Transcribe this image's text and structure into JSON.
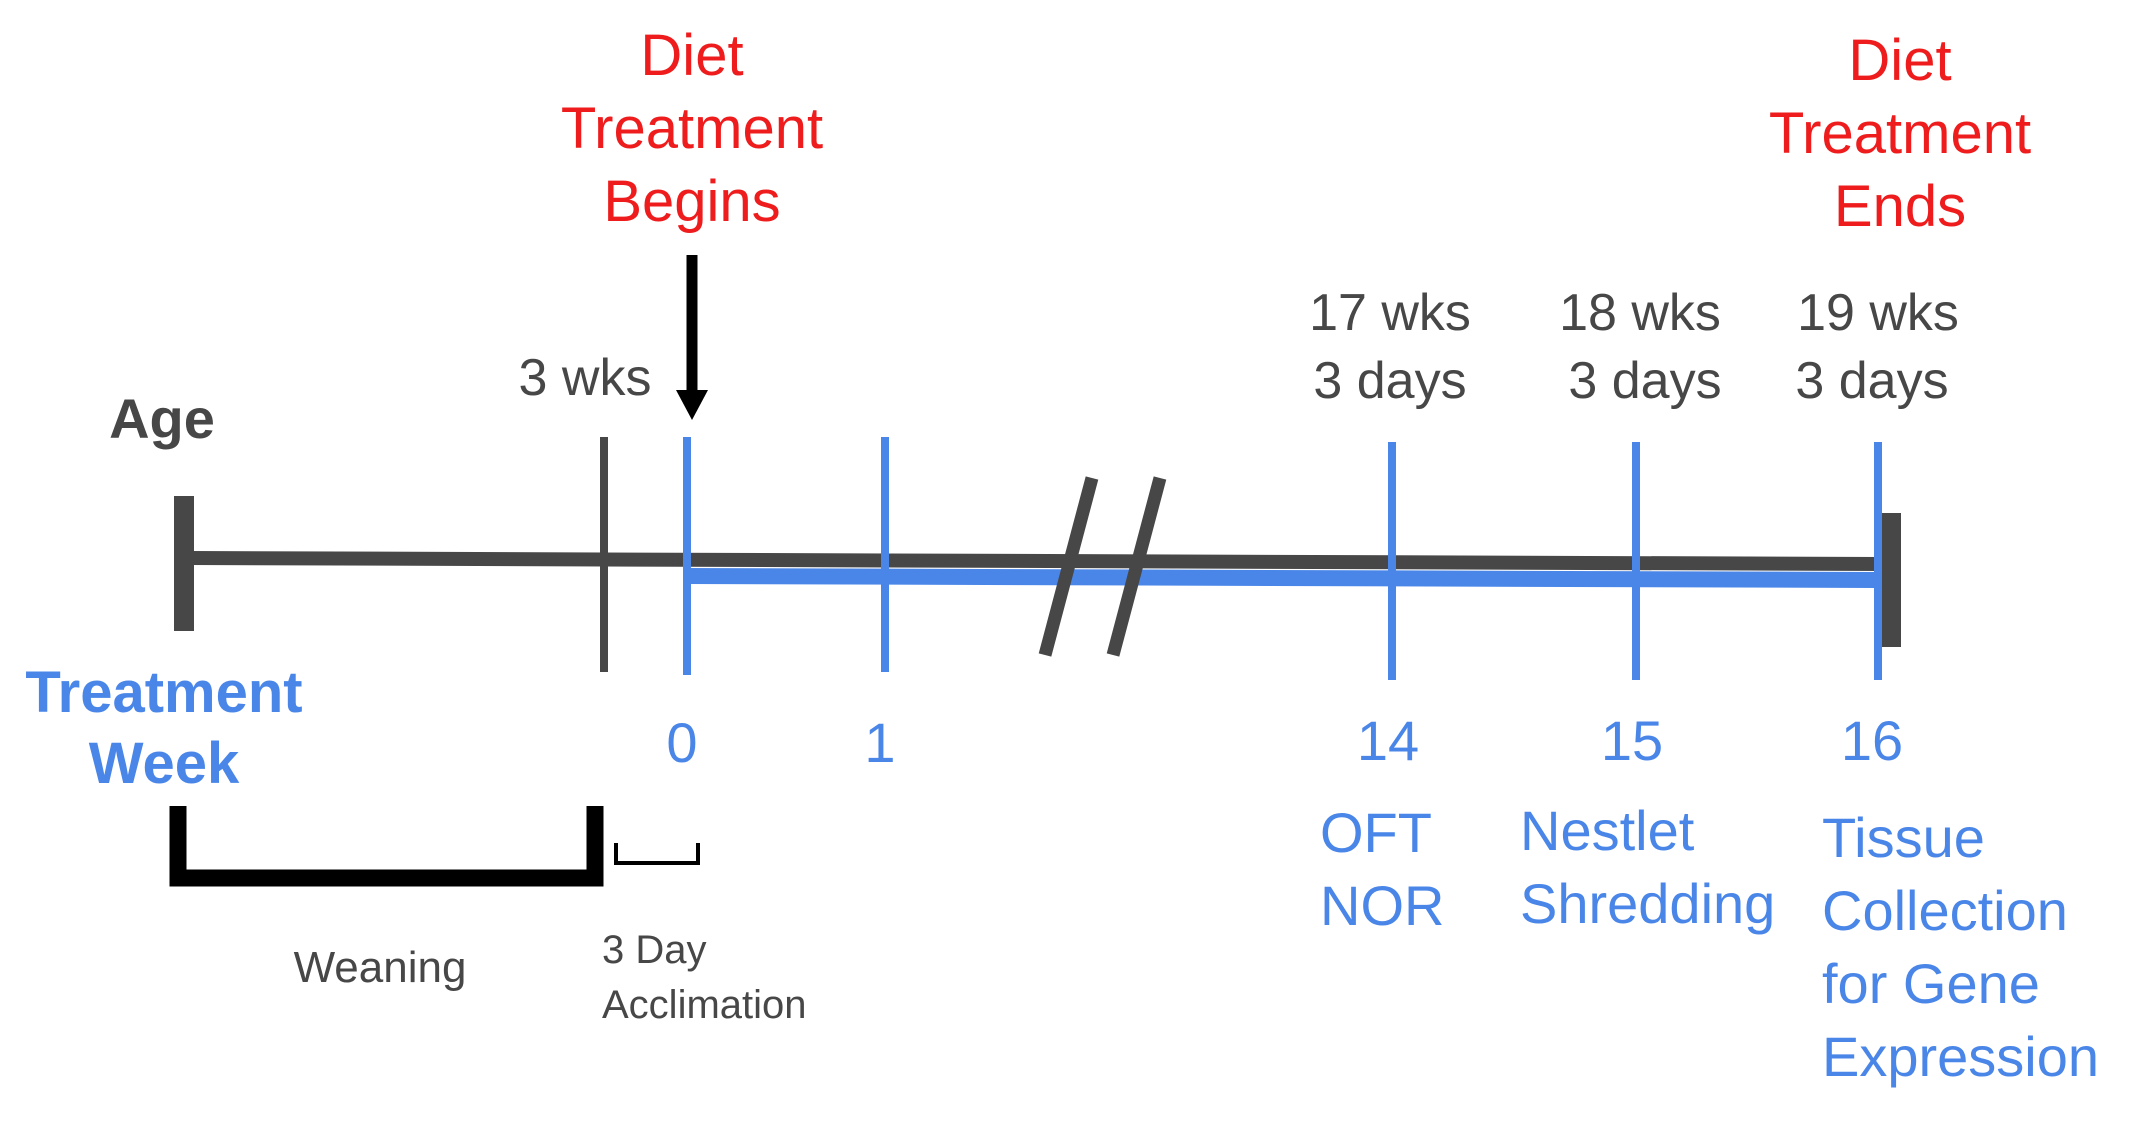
{
  "title_start": [
    "Diet",
    "Treatment",
    "Begins"
  ],
  "title_end": [
    "Diet",
    "Treatment",
    "Ends"
  ],
  "age_label": "Age",
  "treatment_week_label": [
    "Treatment",
    "Week"
  ],
  "age_markers": [
    {
      "id": "3wks",
      "lines": [
        "3 wks"
      ]
    },
    {
      "id": "17wks",
      "lines": [
        "17 wks",
        "3 days"
      ]
    },
    {
      "id": "18wks",
      "lines": [
        "18 wks",
        "3 days"
      ]
    },
    {
      "id": "19wks",
      "lines": [
        "19 wks",
        "3 days"
      ]
    }
  ],
  "weeks": [
    {
      "id": "w0",
      "label": "0"
    },
    {
      "id": "w1",
      "label": "1"
    },
    {
      "id": "w14",
      "label": "14"
    },
    {
      "id": "w15",
      "label": "15"
    },
    {
      "id": "w16",
      "label": "16"
    }
  ],
  "events": [
    {
      "id": "oft",
      "lines": [
        "OFT",
        "NOR"
      ]
    },
    {
      "id": "nestlet",
      "lines": [
        "Nestlet",
        "Shredding"
      ]
    },
    {
      "id": "tissue",
      "lines": [
        "Tissue",
        "Collection",
        "for Gene",
        "Expression"
      ]
    }
  ],
  "weaning_label": "Weaning",
  "acclimation_label": [
    "3 Day",
    "Acclimation"
  ],
  "colors": {
    "gray": "#474747",
    "blue": "#4a86e8",
    "red": "#ee1c1c",
    "black": "#000000"
  }
}
